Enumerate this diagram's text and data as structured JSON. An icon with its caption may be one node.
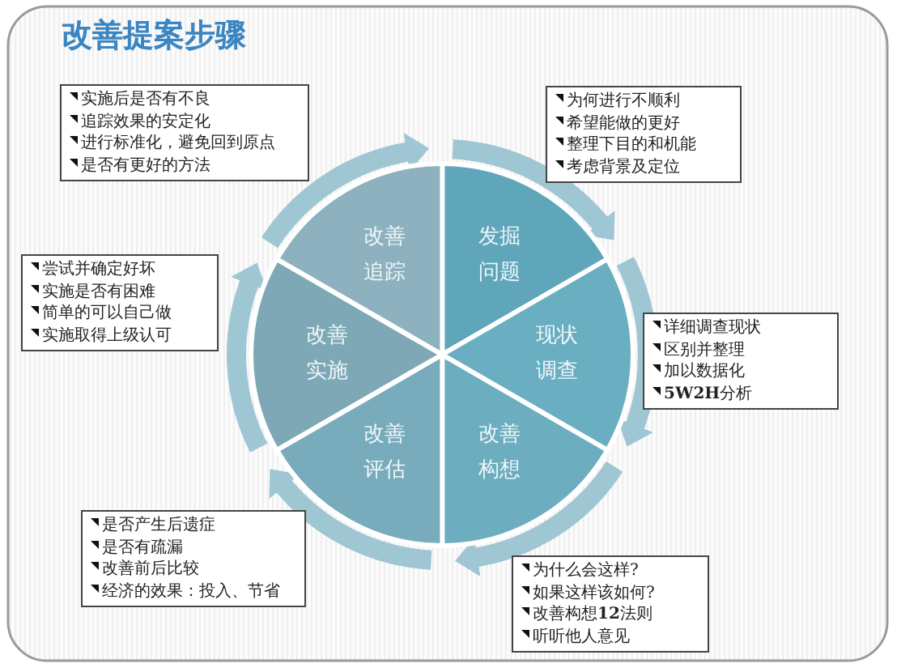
{
  "diagram": {
    "title": "改善提案步骤",
    "nodes": [
      {
        "text": [
          "发掘问题"
        ]
      },
      {
        "text": [
          "现状调查"
        ]
      },
      {
        "text": [
          "改善构想"
        ]
      },
      {
        "text": [
          "改善评估"
        ]
      },
      {
        "text": [
          "改善实施"
        ]
      },
      {
        "text": [
          "改善追踪"
        ]
      },
      {
        "text": [
          "为何进行不顺利",
          "希望能做的更好",
          "整理下目的和机能",
          "考虑背景及定位"
        ]
      },
      {
        "text": [
          "详细调查现状",
          "区别并整理",
          "加以数据化",
          "**5W2H**分析"
        ]
      },
      {
        "text": [
          "为什么会这样?",
          "如果这样该如何?",
          "改善构想**12**法则",
          "听听他人意见"
        ]
      },
      {
        "text": [
          "是否产生后遗症",
          "是否有疏漏",
          "改善前后比较",
          "经济的效果：投入、节省"
        ]
      },
      {
        "text": [
          "尝试并确定好坏",
          "实施是否有困难",
          "简单的可以自己做",
          "实施取得上级认可"
        ]
      },
      {
        "text": [
          "实施后是否有不良",
          "追踪效果的安定化",
          "进行标准化，避免回到原点",
          "是否有更好的方法"
        ]
      }
    ],
    "edges": [
      {
        "from": 0,
        "to": 1,
        "arrow": "to"
      },
      {
        "from": 1,
        "to": 2,
        "arrow": "to"
      },
      {
        "from": 2,
        "to": 3,
        "arrow": "to"
      },
      {
        "from": 3,
        "to": 4,
        "arrow": "to"
      },
      {
        "from": 4,
        "to": 5,
        "arrow": "to"
      },
      {
        "from": 5,
        "to": 0,
        "arrow": "to"
      }
    ]
  }
}
